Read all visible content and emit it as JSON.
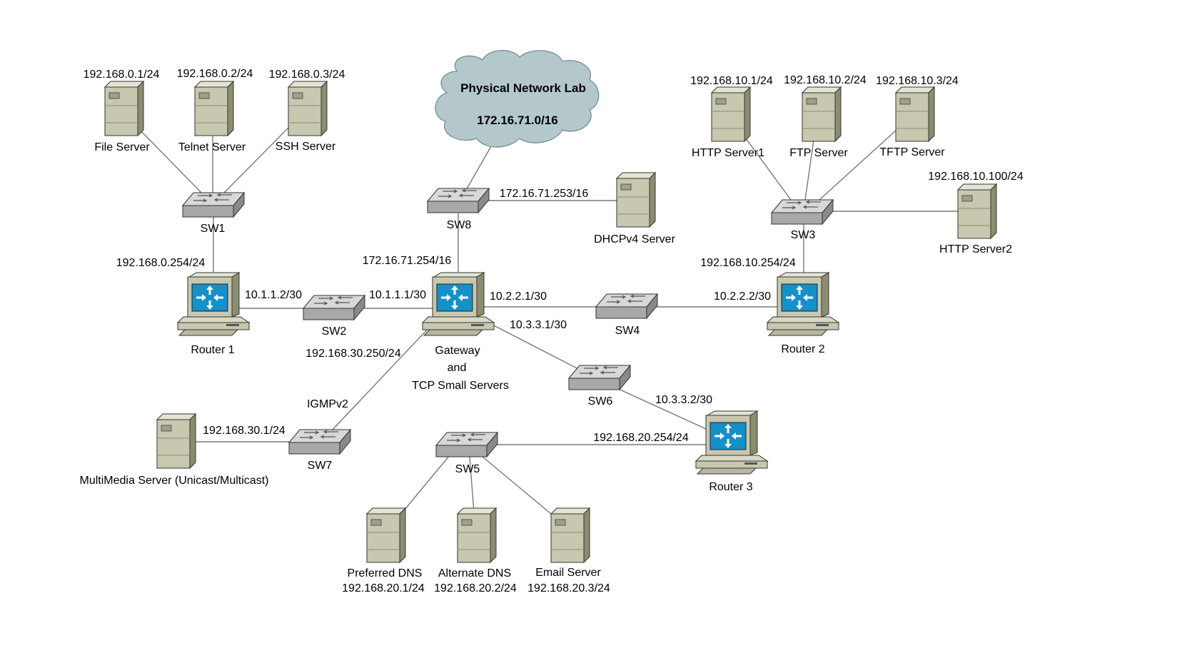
{
  "cloud": {
    "title": "Physical Network Lab",
    "subnet": "172.16.71.0/16"
  },
  "switches": {
    "sw1": "SW1",
    "sw2": "SW2",
    "sw3": "SW3",
    "sw4": "SW4",
    "sw5": "SW5",
    "sw6": "SW6",
    "sw7": "SW7",
    "sw8": "SW8"
  },
  "routers": {
    "r1": "Router 1",
    "r2": "Router 2",
    "r3": "Router 3",
    "gw_line1": "Gateway",
    "gw_line2": "and",
    "gw_line3": "TCP Small Servers"
  },
  "servers": {
    "file": {
      "name": "File Server",
      "ip": "192.168.0.1/24"
    },
    "telnet": {
      "name": "Telnet Server",
      "ip": "192.168.0.2/24"
    },
    "ssh": {
      "name": "SSH Server",
      "ip": "192.168.0.3/24"
    },
    "http1": {
      "name": "HTTP Server1",
      "ip": "192.168.10.1/24"
    },
    "ftp": {
      "name": "FTP Server",
      "ip": "192.168.10.2/24"
    },
    "tftp": {
      "name": "TFTP Server",
      "ip": "192.168.10.3/24"
    },
    "http2": {
      "name": "HTTP Server2",
      "ip": "192.168.10.100/24"
    },
    "dhcp": {
      "name": "DHCPv4 Server",
      "ip": "172.16.71.253/16"
    },
    "mm": {
      "name": "MultiMedia Server (Unicast/Multicast)",
      "ip": "192.168.30.1/24"
    },
    "dns1": {
      "name": "Preferred DNS",
      "ip": "192.168.20.1/24"
    },
    "dns2": {
      "name": "Alternate DNS",
      "ip": "192.168.20.2/24"
    },
    "email": {
      "name": "Email Server",
      "ip": "192.168.20.3/24"
    }
  },
  "links": {
    "r1_lan": "192.168.0.254/24",
    "r1_wan": "10.1.1.2/30",
    "gw_r1": "10.1.1.1/30",
    "gw_r2": "10.2.2.1/30",
    "gw_r3": "10.3.3.1/30",
    "gw_uplink": "172.16.71.254/16",
    "gw_sw7": "192.168.30.250/24",
    "igmp": "IGMPv2",
    "r2_wan": "10.2.2.2/30",
    "r2_lan": "192.168.10.254/24",
    "r3_wan": "10.3.3.2/30",
    "r3_lan": "192.168.20.254/24"
  },
  "colors": {
    "server_body": "#c8c8b0",
    "server_shade": "#8c8c70",
    "switch_top": "#d8d8d8",
    "switch_side": "#9a9a9a",
    "router_screen": "#1590c8",
    "router_case": "#c8c8b0",
    "cloud": "#b4c8cc",
    "link": "#787878"
  }
}
